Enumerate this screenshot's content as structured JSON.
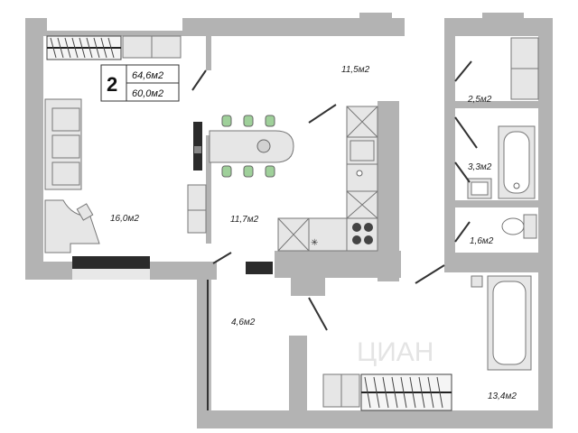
{
  "badge": {
    "rooms": "2",
    "total_area": "64,6м2",
    "living_area": "60,0м2"
  },
  "rooms": {
    "living": "16,0м2",
    "balcony": "11,5м2",
    "kitchen": "11,7м2",
    "hall": "4,6м2",
    "wc_top": "2,5м2",
    "bath_small": "3,3м2",
    "wc_bottom": "1,6м2",
    "bedroom": "13,4м2"
  },
  "watermark": "ЦИАН",
  "colors": {
    "wall": "#b3b3b3",
    "furniture": "#e6e6e6",
    "dark": "#2b2b2b"
  }
}
